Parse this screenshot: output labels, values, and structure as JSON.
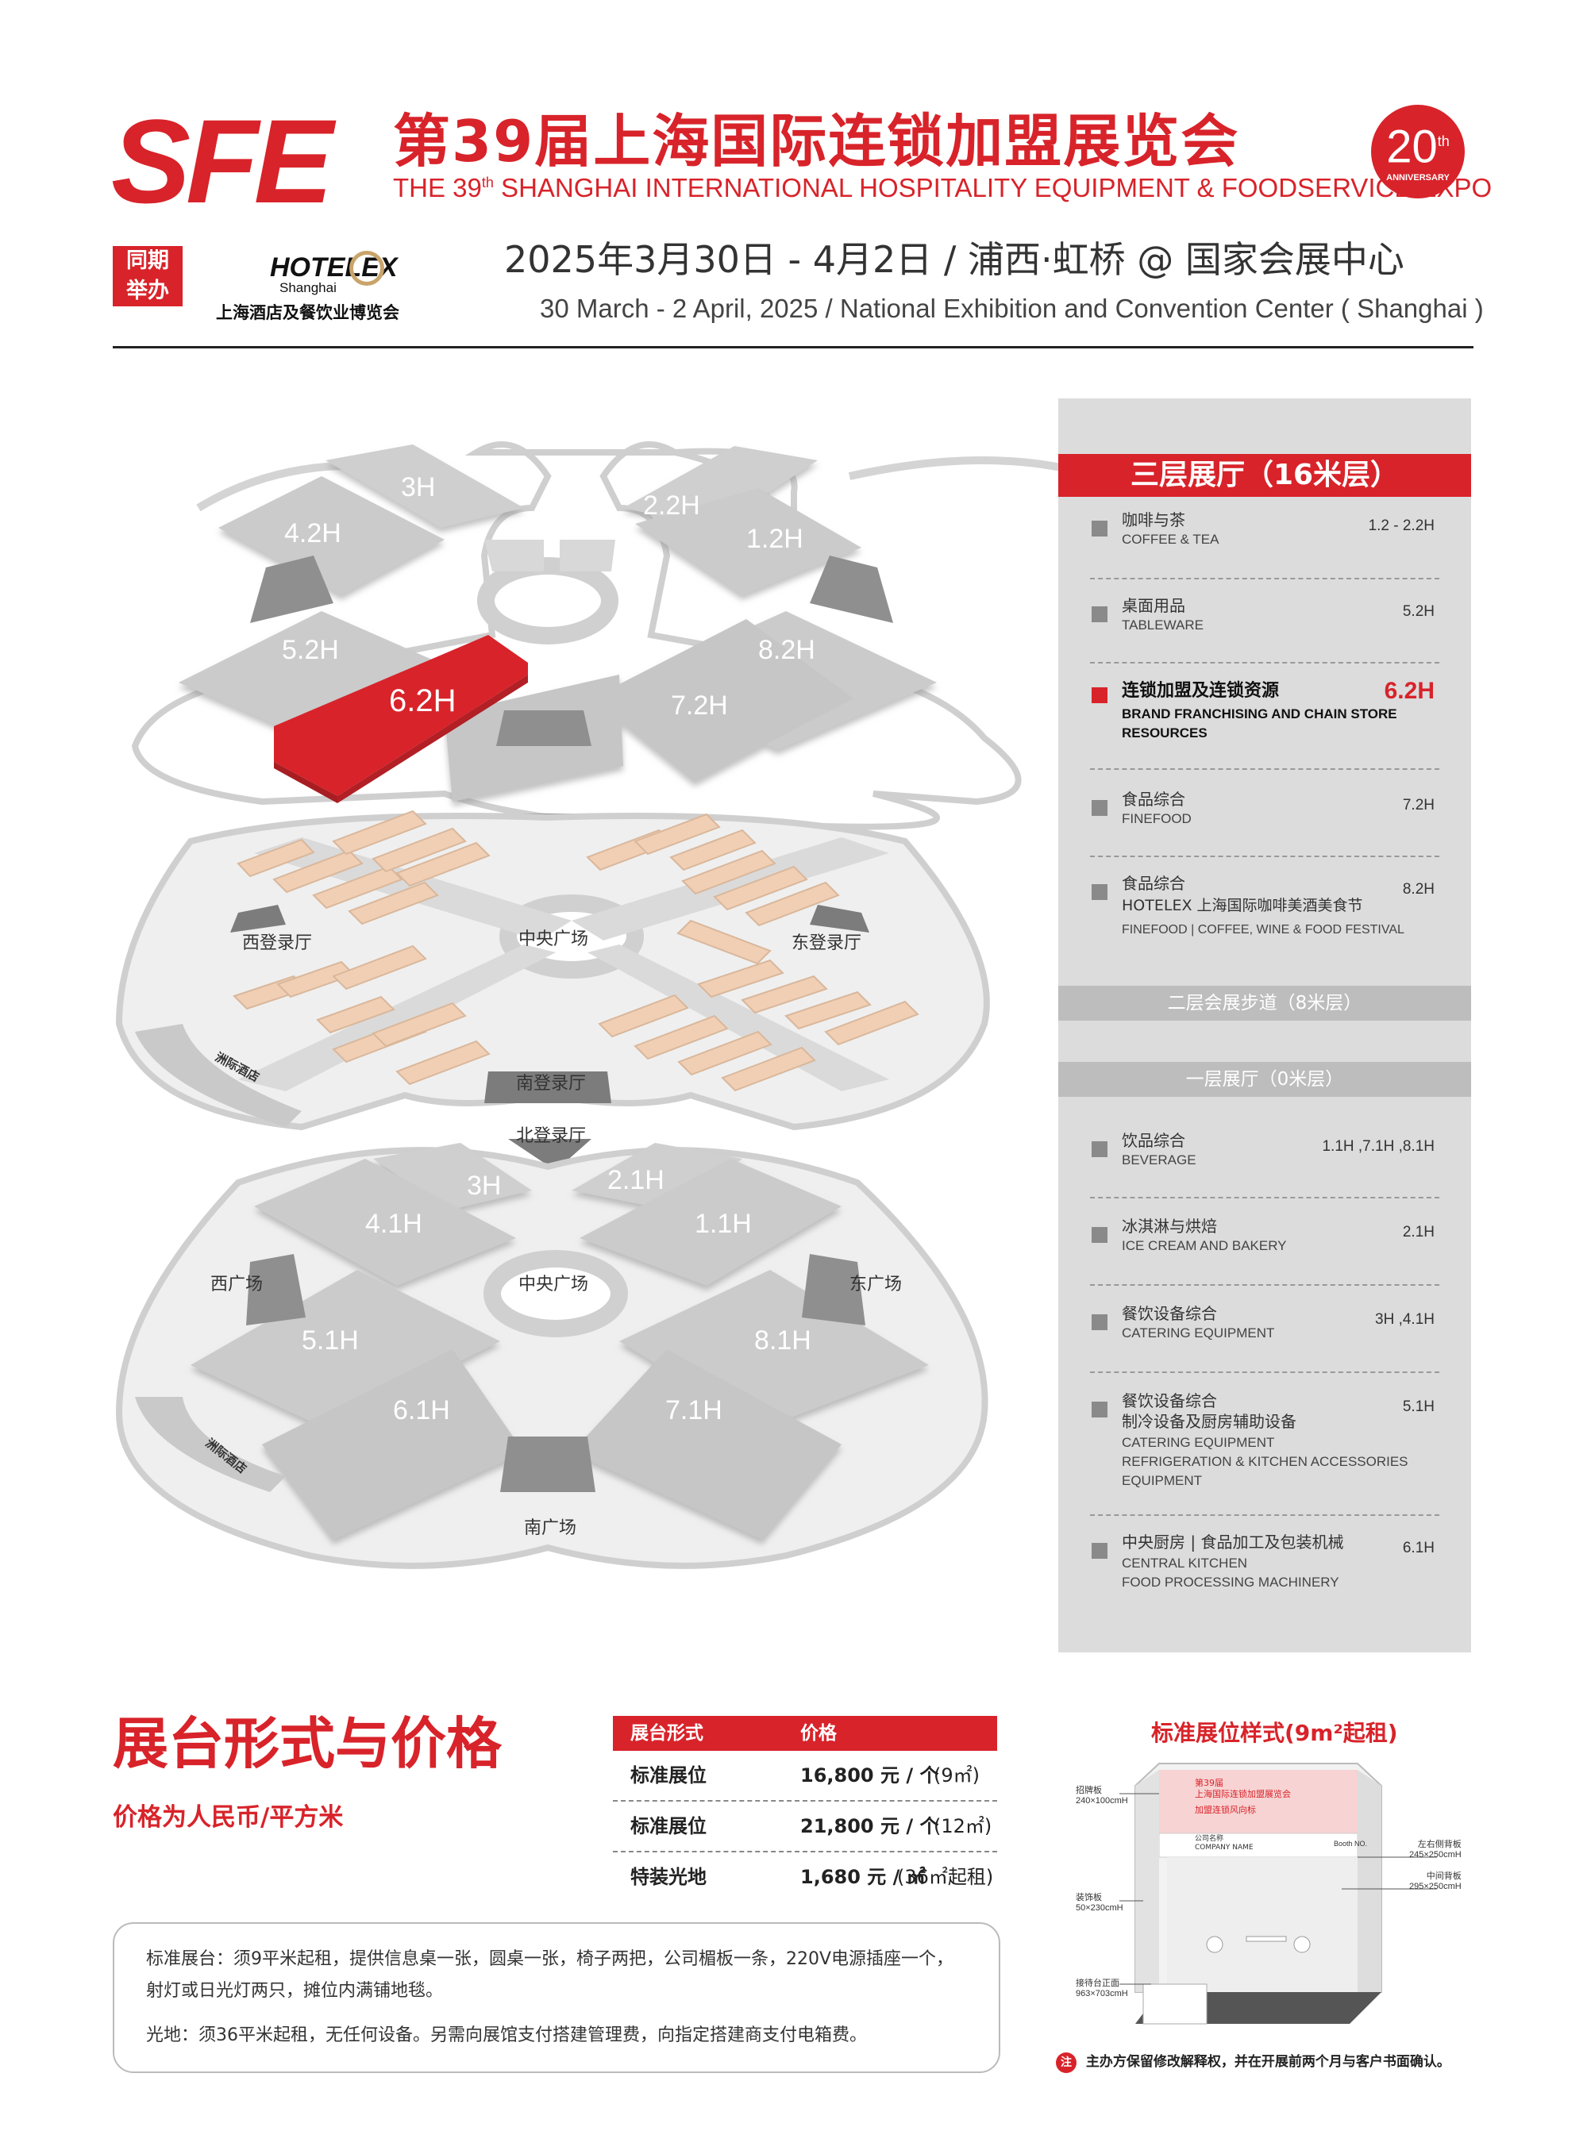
{
  "header": {
    "logo": "SFE",
    "title_cn": "第39届上海国际连锁加盟展览会",
    "title_en_pre": "THE 39",
    "title_en_sup": "th",
    "title_en_post": " SHANGHAI INTERNATIONAL HOSPITALITY EQUIPMENT & FOODSERVICE EXPO",
    "anniversary_num": "20",
    "anniversary_sup": "th",
    "anniversary_label": "ANNIVERSARY",
    "coorganized_line1": "同期",
    "coorganized_line2": "举办",
    "hotelex_name": "HOTELEX",
    "hotelex_city": "Shanghai",
    "hotelex_cn": "上海酒店及餐饮业博览会",
    "date_cn": "2025年3月30日 - 4月2日 / 浦西·虹桥 @ 国家会展中心",
    "date_en": "30 March - 2 April, 2025 / National Exhibition and Convention Center ( Shanghai )"
  },
  "map": {
    "upper_halls": [
      "3H",
      "2.2H",
      "4.2H",
      "1.2H",
      "5.2H",
      "8.2H",
      "6.2H",
      "7.2H"
    ],
    "highlight_hall": "6.2H",
    "lower_halls": [
      "3H",
      "2.1H",
      "4.1H",
      "1.1H",
      "5.1H",
      "8.1H",
      "6.1H",
      "7.1H"
    ],
    "labels": {
      "central_plaza_1": "中央广场",
      "west_lobby": "西登录厅",
      "east_lobby": "东登录厅",
      "south_lobby": "南登录厅",
      "north_lobby": "北登录厅",
      "hotel_1": "洲际酒店",
      "central_plaza_2": "中央广场",
      "west_plaza": "西广场",
      "east_plaza": "东广场",
      "south_plaza": "南广场",
      "hotel_2": "洲际酒店"
    }
  },
  "legend": {
    "level3_title": "三层展厅（16米层）",
    "level3_items": [
      {
        "cn": "咖啡与茶",
        "en": "COFFEE & TEA",
        "hall": "1.2 - 2.2H"
      },
      {
        "cn": "桌面用品",
        "en": "TABLEWARE",
        "hall": "5.2H"
      },
      {
        "cn": "连锁加盟及连锁资源",
        "en": "BRAND FRANCHISING AND CHAIN STORE",
        "en2": "RESOURCES",
        "hall": "6.2H"
      },
      {
        "cn": "食品综合",
        "en": "FINEFOOD",
        "hall": "7.2H"
      },
      {
        "cn": "食品综合",
        "cn2": "HOTELEX 上海国际咖啡美酒美食节",
        "en": "FINEFOOD | COFFEE, WINE & FOOD FESTIVAL",
        "hall": "8.2H"
      }
    ],
    "level2_title": "二层会展步道（8米层）",
    "level1_title": "一层展厅（0米层）",
    "level1_items": [
      {
        "cn": "饮品综合",
        "en": "BEVERAGE",
        "hall": "1.1H ,7.1H ,8.1H"
      },
      {
        "cn": "冰淇淋与烘焙",
        "en": "ICE CREAM AND BAKERY",
        "hall": "2.1H"
      },
      {
        "cn": "餐饮设备综合",
        "en": "CATERING EQUIPMENT",
        "hall": "3H ,4.1H"
      },
      {
        "cn": "餐饮设备综合",
        "cn2": "制冷设备及厨房辅助设备",
        "en": "CATERING EQUIPMENT",
        "en2": "REFRIGERATION & KITCHEN ACCESSORIES",
        "en3": "EQUIPMENT",
        "hall": "5.1H"
      },
      {
        "cn": "中央厨房 | 食品加工及包装机械",
        "en": "CENTRAL KITCHEN",
        "en2": "FOOD PROCESSING MACHINERY",
        "hall": "6.1H"
      }
    ],
    "colors": {
      "highlight": "#d8232a",
      "hall": "#c9c9c9",
      "booth": "#f1cfb4"
    }
  },
  "pricing": {
    "title": "展台形式与价格",
    "subtitle": "价格为人民币/平方米",
    "table_headers": [
      "展台形式",
      "价格"
    ],
    "rows": [
      {
        "type": "标准展位",
        "price": "16,800 元 / 个",
        "unit": "(9㎡)"
      },
      {
        "type": "标准展位",
        "price": "21,800 元 / 个",
        "unit": "(12㎡)"
      },
      {
        "type": "特装光地",
        "price": "1,680 元 / ㎡",
        "unit": "(36㎡起租)"
      }
    ],
    "notes": [
      "标准展台：须9平米起租，提供信息桌一张，圆桌一张，椅子两把，公司楣板一条，220V电源插座一个，",
      "射灯或日光灯两只，摊位内满铺地毯。",
      "光地：须36平米起租，无任何设备。另需向展馆支付搭建管理费，向指定搭建商支付电箱费。"
    ]
  },
  "booth_sample": {
    "title": "标准展位样式(9m²起租)",
    "labels": [
      {
        "name": "招牌板",
        "size": "240×100cmH"
      },
      {
        "name": "装饰板",
        "size": "50×230cmH"
      },
      {
        "name": "接待台正面",
        "size": "963×703cmH"
      },
      {
        "name": "左右侧背板",
        "size": "245×250cmH"
      },
      {
        "name": "中间背板",
        "size": "295×250cmH"
      }
    ],
    "poster_line1": "第39届",
    "poster_line2": "上海国际连锁加盟展览会",
    "poster_tag": "加盟连锁风向标",
    "company_cn": "公司名称",
    "company_en": "COMPANY NAME",
    "booth_no": "Booth NO.",
    "footnote_mark": "注",
    "footnote": "主办方保留修改解释权，并在开展前两个月与客户书面确认。"
  }
}
